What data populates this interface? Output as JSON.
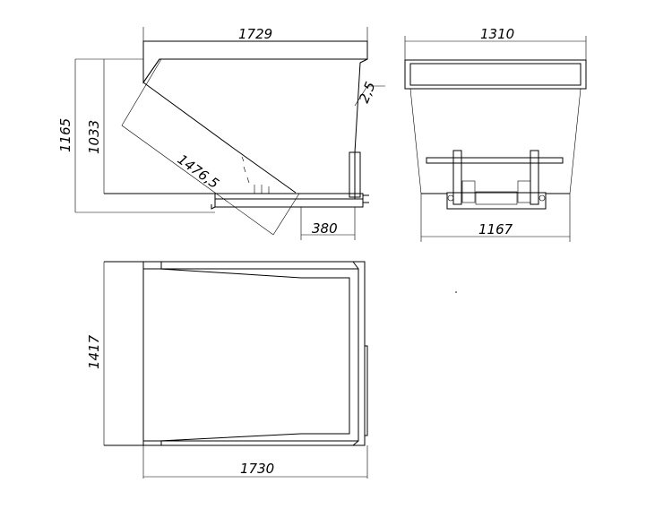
{
  "side_view": {
    "width_top": "1729",
    "height_overall": "1165",
    "height_body": "1033",
    "tilt_radius": "1476,5",
    "lip": "2,5",
    "base_depth": "380"
  },
  "front_view": {
    "width_top": "1310",
    "width_base": "1167"
  },
  "top_view": {
    "depth": "1417",
    "length": "1730"
  }
}
